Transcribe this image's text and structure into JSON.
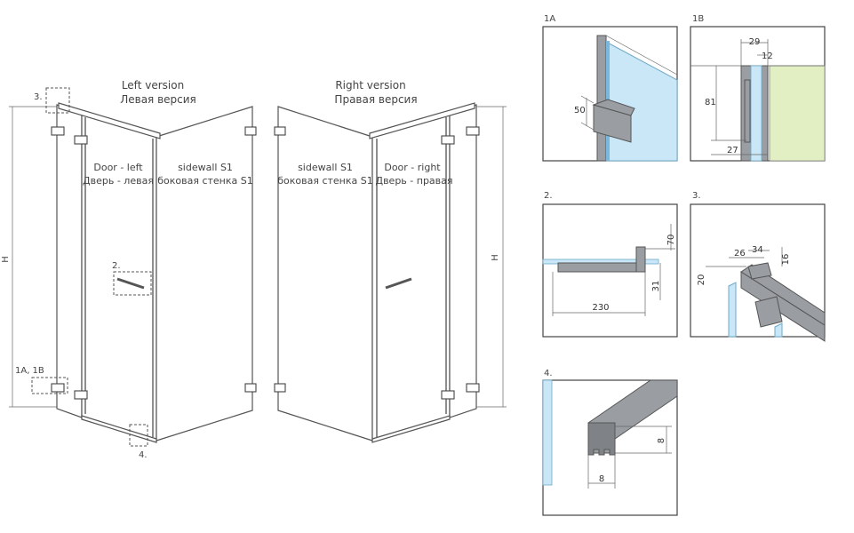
{
  "left": {
    "title_en": "Left version",
    "title_ru": "Левая версия",
    "door_en": "Door - left",
    "door_ru": "Дверь - левая",
    "side_en": "sidewall S1",
    "side_ru": "боковая стенка S1",
    "h": "H",
    "c3": "3.",
    "c2": "2.",
    "c1": "1A, 1B",
    "c4": "4."
  },
  "right": {
    "title_en": "Right version",
    "title_ru": "Правая версия",
    "side_en": "sidewall S1",
    "side_ru": "боковая стенка S1",
    "door_en": "Door - right",
    "door_ru": "Дверь - правая",
    "h": "H"
  },
  "details": {
    "d1a": {
      "label": "1A",
      "dim": "50"
    },
    "d1b": {
      "label": "1B",
      "w": "29",
      "w2": "12",
      "h": "81",
      "b": "27"
    },
    "d2": {
      "label": "2.",
      "h1": "70",
      "h2": "31",
      "w": "230"
    },
    "d3": {
      "label": "3.",
      "a": "26",
      "b": "34",
      "c": "16",
      "d": "20"
    },
    "d4": {
      "label": "4.",
      "h": "8",
      "w": "8"
    }
  },
  "colors": {
    "glass": "#c9e7f7",
    "wall": "#e2efc2",
    "metal": "#9a9ea3",
    "line": "#444444"
  }
}
